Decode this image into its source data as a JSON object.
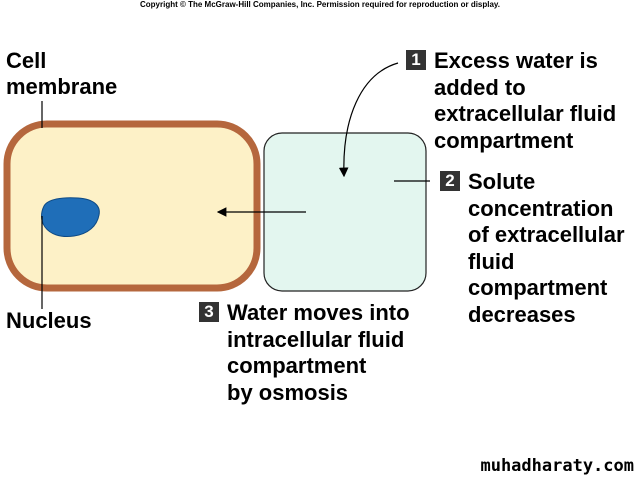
{
  "copyright": "Copyright © The McGraw-Hill Companies, Inc. Permission required for reproduction or display.",
  "labels": {
    "cell_membrane": [
      "Cell",
      "membrane"
    ],
    "nucleus": "Nucleus"
  },
  "steps": [
    {
      "number": "1",
      "lines": [
        "Excess water is",
        "added to",
        "extracellular fluid",
        "compartment"
      ]
    },
    {
      "number": "2",
      "lines": [
        "Solute",
        "concentration",
        "of extracellular",
        "fluid",
        "compartment",
        "decreases"
      ]
    },
    {
      "number": "3",
      "lines": [
        "Water moves into",
        "intracellular fluid",
        "compartment",
        "by osmosis"
      ]
    }
  ],
  "colors": {
    "cell_fill": "#fdf1c7",
    "cell_border": "#b5673d",
    "extracellular_fill": "#e3f6ef",
    "nucleus_fill": "#1f6eb8",
    "badge_fill": "#333333"
  },
  "watermark": "muhadharaty.com"
}
